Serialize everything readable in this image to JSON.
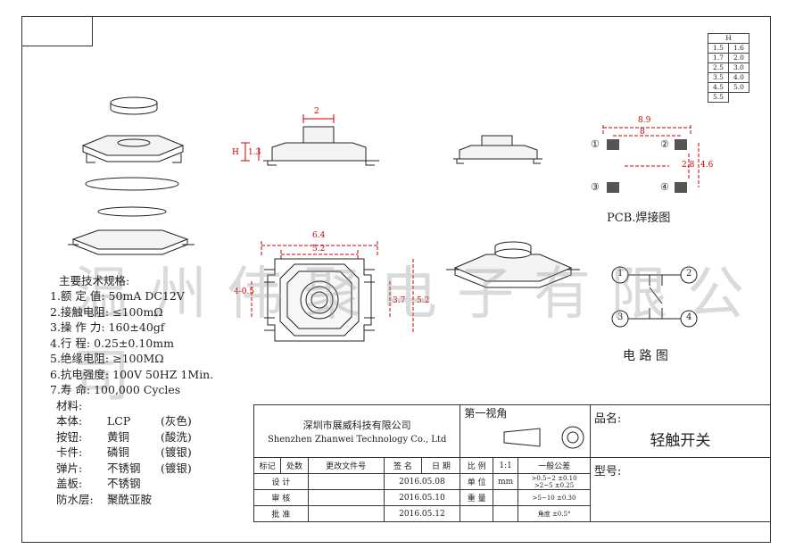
{
  "hole_table": {
    "header": "H",
    "rows": [
      [
        "1.5",
        "1.6"
      ],
      [
        "1.7",
        "2.0"
      ],
      [
        "2.5",
        "3.0"
      ],
      [
        "3.5",
        "4.0"
      ],
      [
        "4.5",
        "5.0"
      ],
      [
        "5.5",
        ""
      ]
    ]
  },
  "dims": {
    "h_label": "H",
    "d_1_3": "1.3",
    "d_2": "2",
    "d_8_9": "8.9",
    "d_8": "8",
    "d_2_8": "2.8",
    "d_4_6": "4.6",
    "d_6_4": "6.4",
    "d_5_2_top": "5.2",
    "d_4_05": "4-0.5",
    "d_3_7": "3.7",
    "d_5_2_side": "5.2"
  },
  "pcb": {
    "pad_labels": [
      "①",
      "②",
      "③",
      "④"
    ],
    "caption": "PCB.焊接图"
  },
  "circuit": {
    "nodes": [
      "1",
      "2",
      "3",
      "4"
    ],
    "caption": "电 路 图"
  },
  "watermark": "温州伟聚电子有限公司",
  "specs": {
    "title": "主要技术规格:",
    "items": [
      "1.额 定 值: 50mA DC12V",
      "2.接触电阻: ≤100mΩ",
      "3.操 作 力: 160±40gf",
      "4.行    程: 0.25±0.10mm",
      "5.绝缘电阻: ≥100MΩ",
      "6.抗电强度: 100V 50HZ 1Min.",
      "7.寿    命: 100,000 Cycles"
    ]
  },
  "materials": {
    "title": "材料:",
    "items": [
      {
        "part": "本体:",
        "material": "LCP",
        "note": "(灰色)"
      },
      {
        "part": "按钮:",
        "material": "黄铜",
        "note": "(酸洗)"
      },
      {
        "part": "卡件:",
        "material": "磷铜",
        "note": "(镀银)"
      },
      {
        "part": "弹片:",
        "material": "不锈钢",
        "note": "(镀银)"
      },
      {
        "part": "盖板:",
        "material": "不锈钢",
        "note": ""
      },
      {
        "part": "防水层:",
        "material": "聚酰亚胺",
        "note": ""
      }
    ]
  },
  "title_block": {
    "company_cn": "深圳市展威科技有限公司",
    "company_en": "Shenzhen Zhanwei Technology Co., Ltd",
    "view": "第一视角",
    "product_label": "品名:",
    "product_name": "轻触开关",
    "model_label": "型号:",
    "headers": [
      "标记",
      "处数",
      "更改文件号",
      "签 名",
      "日 期"
    ],
    "rows": [
      {
        "role": "设  计",
        "date": "2016.05.08"
      },
      {
        "role": "审  核",
        "date": "2016.05.10"
      },
      {
        "role": "批  准",
        "date": "2016.05.12"
      }
    ],
    "scale_label": "比 例",
    "scale_value": "1:1",
    "unit_label": "单 位",
    "unit_value": "mm",
    "weight_label": "重 量",
    "tolerance_title": "一般公差",
    "tolerances": [
      {
        "range": ">0.5~2",
        "value": "±0.10"
      },
      {
        "range": ">2~5",
        "value": "±0.25"
      },
      {
        "range": ">5~10",
        "value": "±0.30"
      },
      {
        "range": "角度",
        "value": "±0.5°"
      }
    ]
  }
}
